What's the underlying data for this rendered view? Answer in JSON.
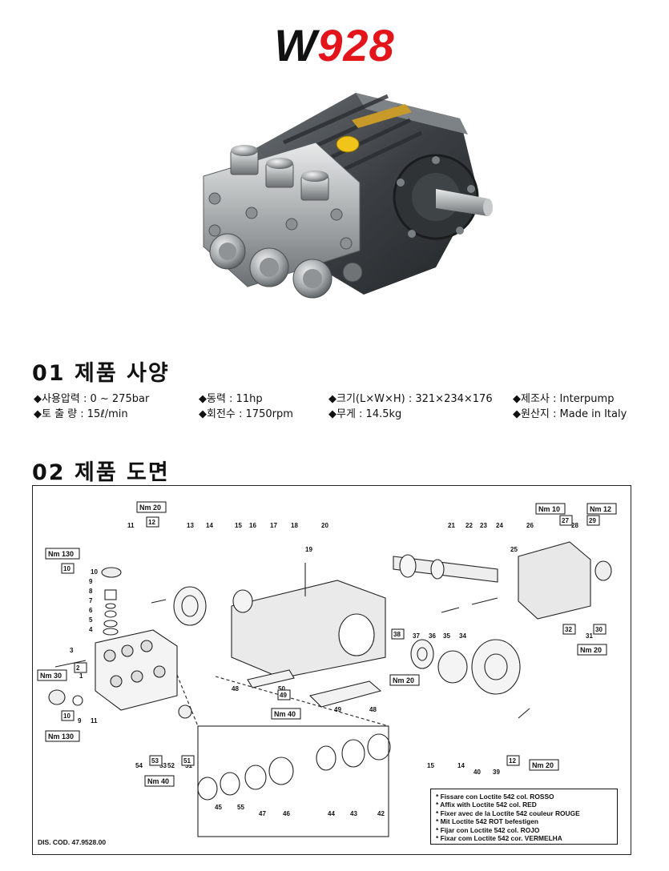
{
  "header": {
    "title_prefix": "W",
    "title_number": "928"
  },
  "sections": {
    "specs_heading": "01 제품 사양",
    "drawing_heading": "02 제품 도면"
  },
  "specs": [
    {
      "label": "◆사용압력 : 0 ~ 275bar"
    },
    {
      "label": "◆동력 : 11hp"
    },
    {
      "label": "◆크기(L×W×H) : 321×234×176"
    },
    {
      "label": "◆제조사 : Interpump"
    },
    {
      "label": "◆토 출 량 : 15ℓ/min"
    },
    {
      "label": "◆회전수 : 1750rpm"
    },
    {
      "label": "◆무게 : 14.5kg"
    },
    {
      "label": "◆원산지 : Made in Italy"
    }
  ],
  "drawing": {
    "part_numbers": [
      "11",
      "13",
      "14",
      "15",
      "16",
      "17",
      "18",
      "20",
      "19",
      "21",
      "22",
      "23",
      "24",
      "26",
      "25",
      "28",
      "10",
      "9",
      "8",
      "7",
      "6",
      "5",
      "4",
      "3",
      "2",
      "1",
      "37",
      "36",
      "35",
      "34",
      "31",
      "48",
      "50",
      "49",
      "48",
      "54",
      "53",
      "52",
      "51",
      "15",
      "14",
      "40",
      "39",
      "45",
      "55",
      "47",
      "46",
      "44",
      "43",
      "42",
      "9",
      "11"
    ],
    "torque_labels": [
      "Nm 20",
      "Nm 130",
      "Nm 30",
      "Nm 130",
      "Nm 20",
      "Nm 40",
      "Nm 40",
      "Nm 10",
      "Nm 12",
      "Nm 20",
      "Nm 20"
    ],
    "boxed_refs": [
      "12",
      "10",
      "2",
      "10",
      "38",
      "49",
      "53",
      "51",
      "27",
      "29",
      "32",
      "30",
      "12"
    ],
    "notes": [
      "* Fissare con Loctite 542 col. ROSSO",
      "* Affix with Loctite 542 col. RED",
      "* Fixer avec de la Loctite 542 couleur ROUGE",
      "* Mit Loctite 542 ROT befestigen",
      "* Fijar con Loctite 542 col. ROJO",
      "* Fixar com Loctite 542 cor. VERMELHA"
    ],
    "dis_code": "DIS. COD. 47.9528.00"
  }
}
